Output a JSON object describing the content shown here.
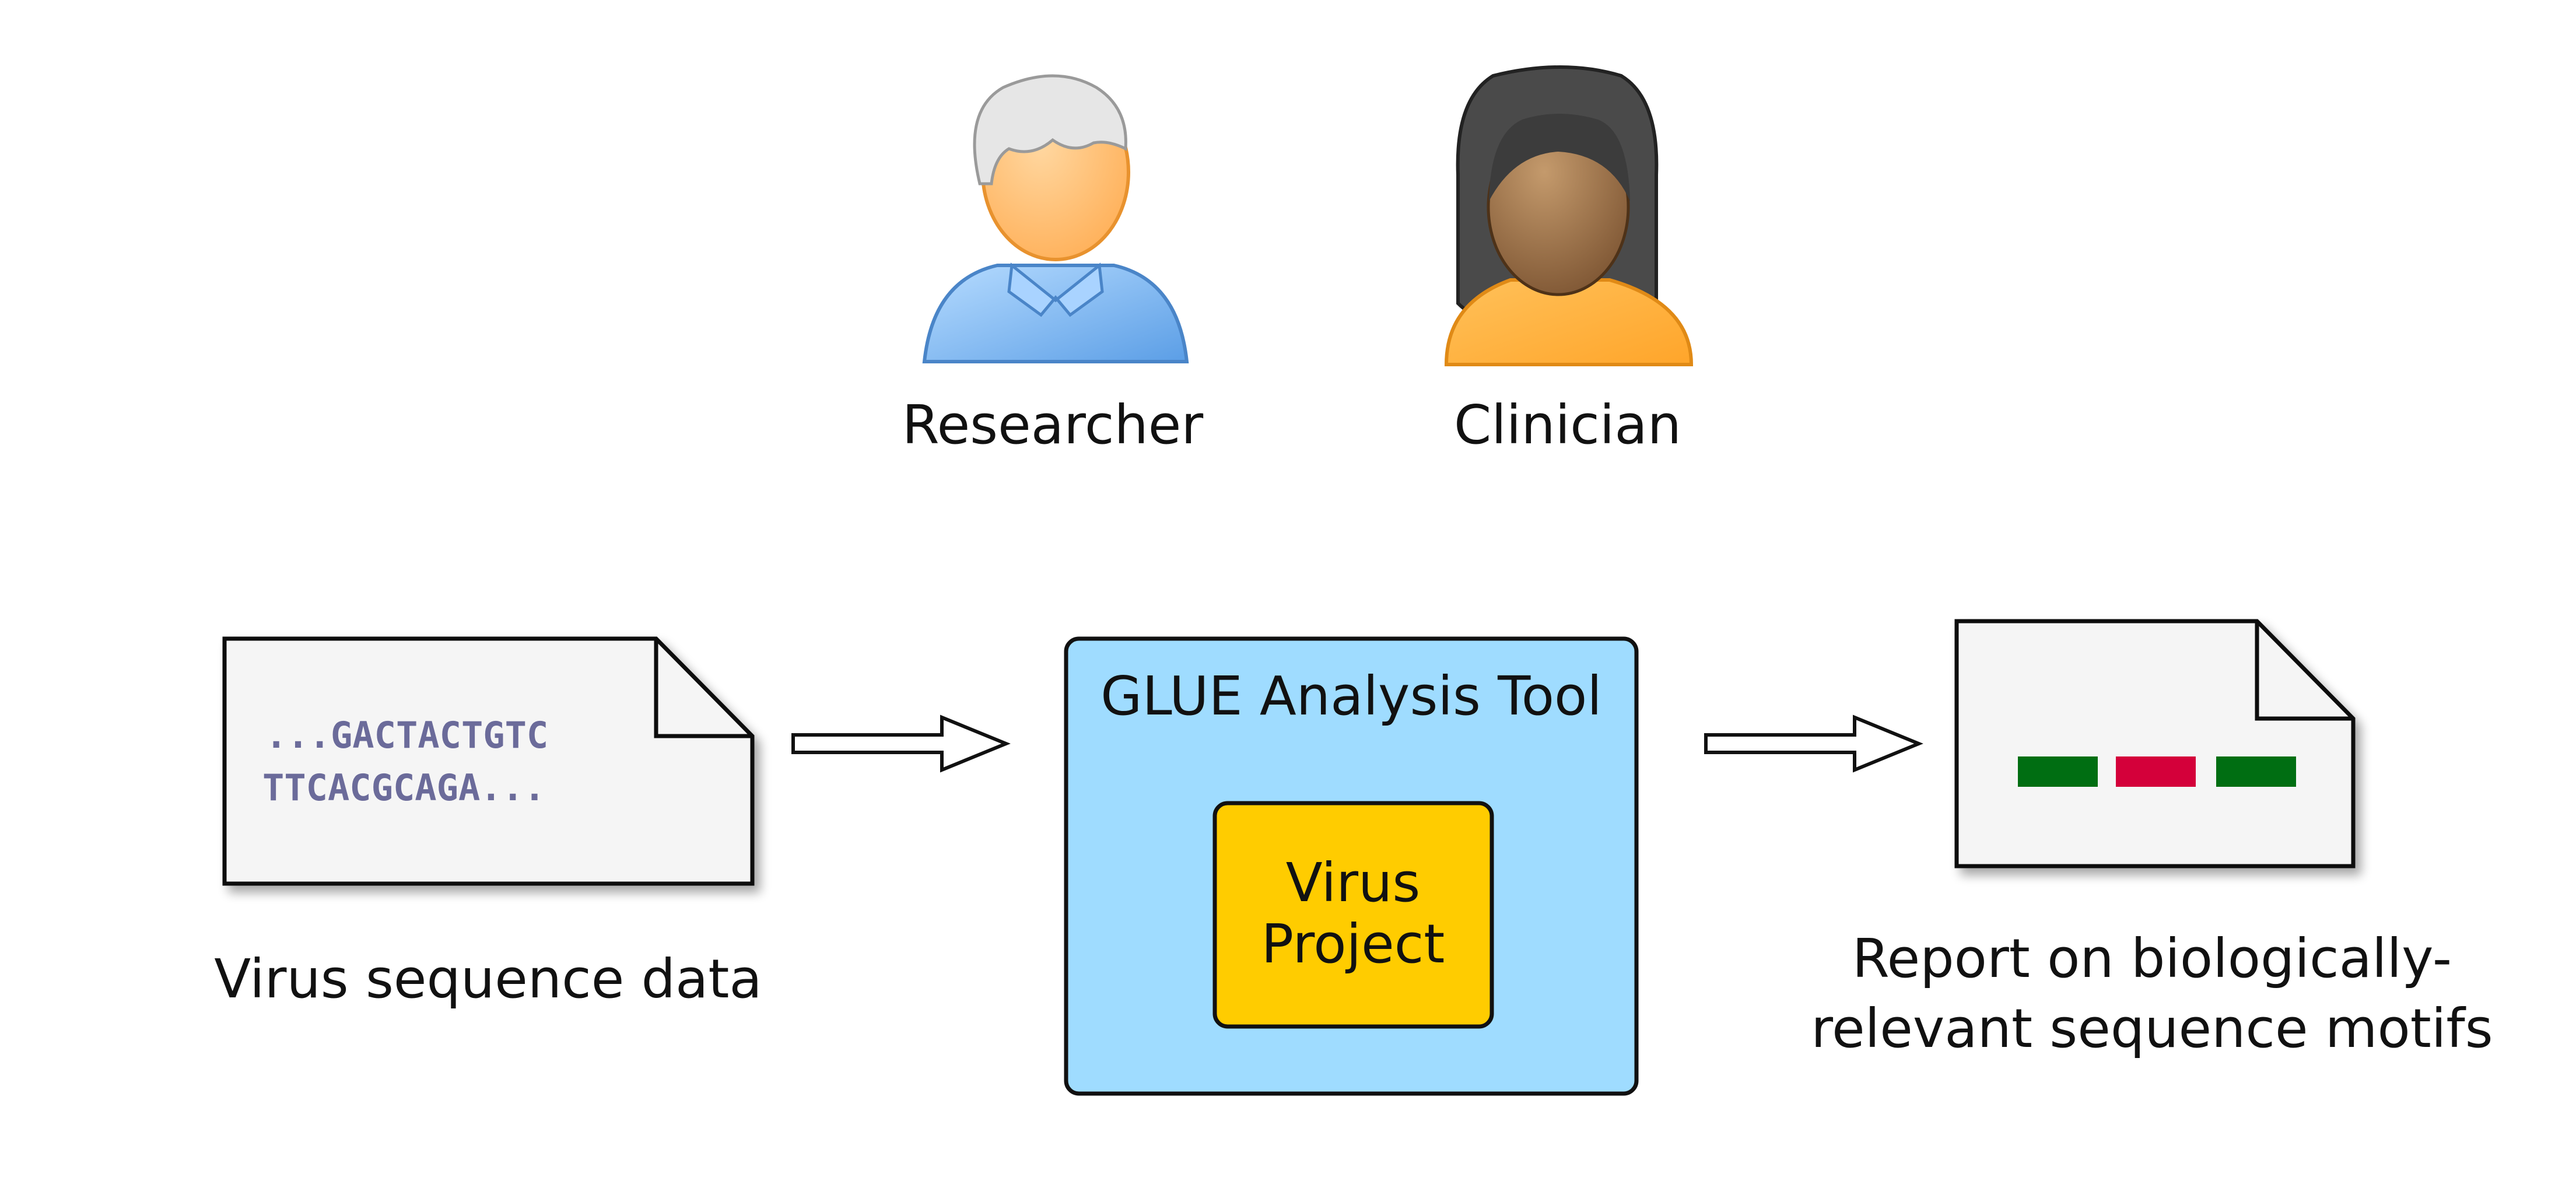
{
  "actors": {
    "researcher": {
      "label": "Researcher",
      "icon": "researcher-person-icon"
    },
    "clinician": {
      "label": "Clinician",
      "icon": "clinician-person-icon"
    }
  },
  "input_document": {
    "icon": "document-icon",
    "sequence_line_1": "...GACTACTGTC",
    "sequence_line_2": "TTCACGCAGA...",
    "caption": "Virus sequence data"
  },
  "tool": {
    "title": "GLUE Analysis Tool",
    "project_line_1": "Virus",
    "project_line_2": "Project"
  },
  "output_document": {
    "icon": "report-document-icon",
    "caption_line_1": "Report on biologically-",
    "caption_line_2": "relevant sequence motifs",
    "motif_colors": [
      "#006e12",
      "#d4003a",
      "#006e12"
    ]
  },
  "colors": {
    "document_fill": "#f5f5f5",
    "tool_fill": "#9fdcff",
    "project_fill": "#ffcc00",
    "sequence_text": "#6b6b9a",
    "researcher_shirt": "#7fb8ee",
    "clinician_shirt": "#ffb23c"
  }
}
